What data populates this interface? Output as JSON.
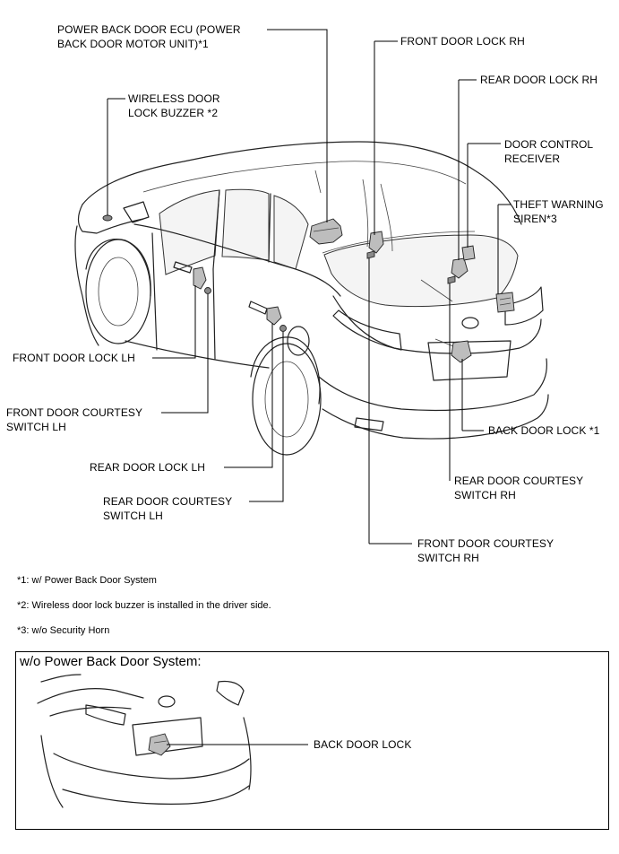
{
  "labels": {
    "power_back_door_ecu": "POWER BACK DOOR ECU (POWER\nBACK DOOR MOTOR UNIT)*1",
    "front_door_lock_rh": "FRONT DOOR LOCK RH",
    "rear_door_lock_rh": "REAR DOOR LOCK RH",
    "wireless_door_lock_buzzer": "WIRELESS DOOR\nLOCK BUZZER *2",
    "door_control_receiver": "DOOR CONTROL\nRECEIVER",
    "theft_warning_siren": "THEFT WARNING\nSIREN*3",
    "front_door_lock_lh": "FRONT DOOR LOCK LH",
    "front_door_courtesy_switch_lh": "FRONT DOOR COURTESY\nSWITCH  LH",
    "back_door_lock_1": "BACK DOOR LOCK *1",
    "rear_door_lock_lh": "REAR DOOR LOCK LH",
    "rear_door_courtesy_switch_rh": "REAR DOOR COURTESY\nSWITCH RH",
    "rear_door_courtesy_switch_lh": "REAR DOOR COURTESY\nSWITCH LH",
    "front_door_courtesy_switch_rh": "FRONT DOOR COURTESY\nSWITCH RH"
  },
  "notes": [
    "*1: w/ Power Back Door System",
    "*2: Wireless door lock buzzer is installed in the driver side.",
    "*3: w/o Security Horn"
  ],
  "inset": {
    "title": "w/o Power Back Door System:",
    "label": "BACK DOOR LOCK"
  }
}
